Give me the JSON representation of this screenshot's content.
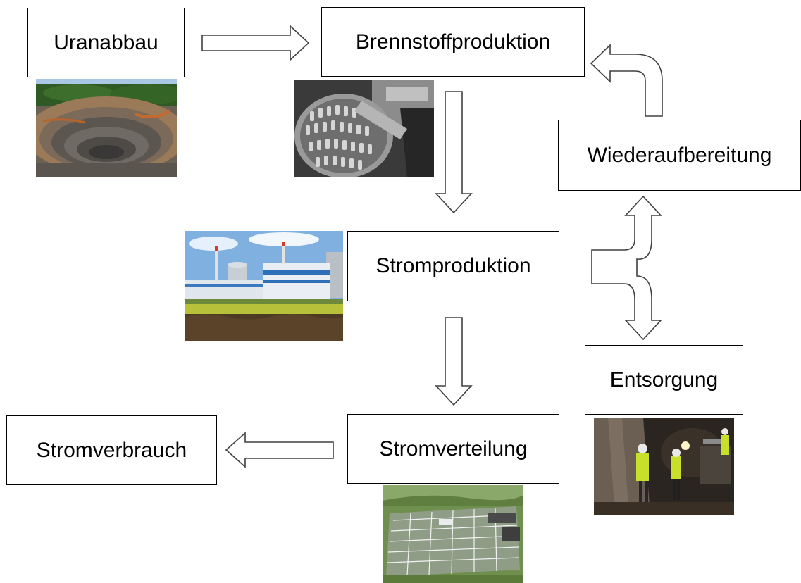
{
  "nodes": {
    "uranabbau": "Uranabbau",
    "brennstoffproduktion": "Brennstoffproduktion",
    "wiederaufbereitung": "Wiederaufbereitung",
    "stromproduktion": "Stromproduktion",
    "entsorgung": "Entsorgung",
    "stromverteilung": "Stromverteilung",
    "stromverbrauch": "Stromverbrauch"
  },
  "colors": {
    "box_border": "#000000",
    "arrow_stroke": "#404040",
    "arrow_fill": "#ffffff"
  },
  "photos": [
    {
      "name": "uranium-mine-photo",
      "subject": "open-pit-mine"
    },
    {
      "name": "fuel-pellets-photo",
      "subject": "fuel-pellets"
    },
    {
      "name": "power-plant-photo",
      "subject": "power-plant"
    },
    {
      "name": "disposal-tunnel-photo",
      "subject": "underground-tunnel"
    },
    {
      "name": "substation-photo",
      "subject": "electrical-substation"
    }
  ]
}
